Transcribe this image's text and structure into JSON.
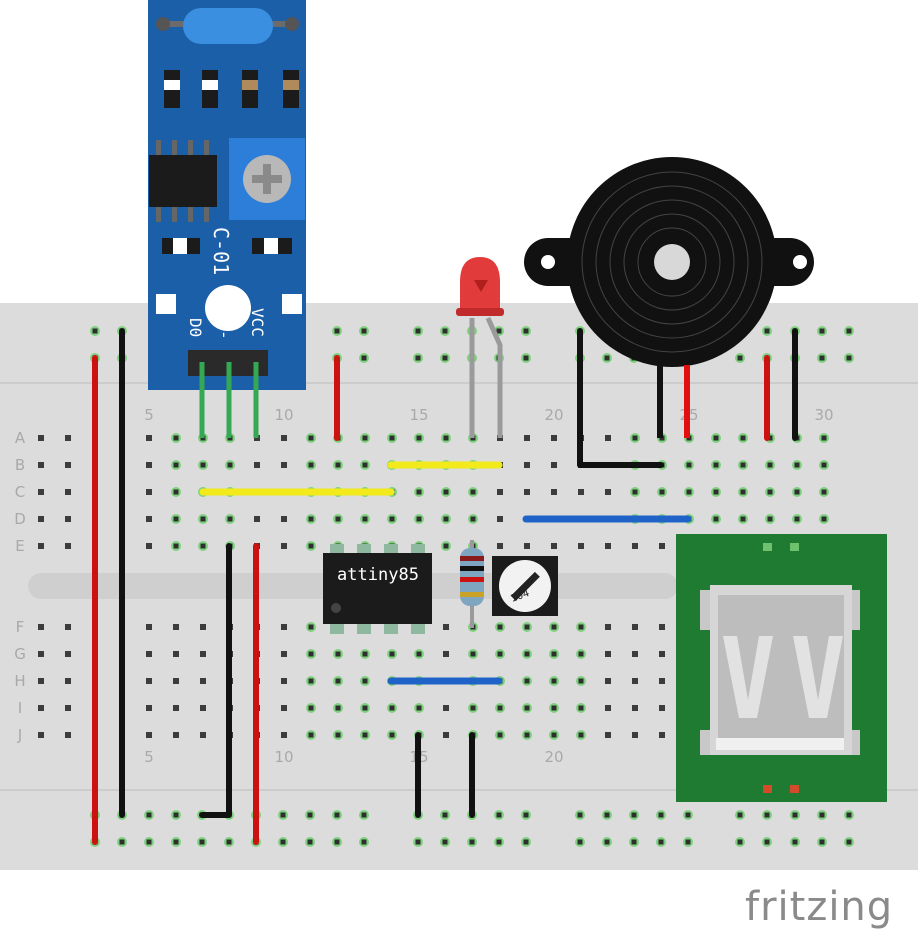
{
  "breadboard": {
    "row_letters_top": [
      "A",
      "B",
      "C",
      "D",
      "E"
    ],
    "row_letters_bottom": [
      "F",
      "G",
      "H",
      "I",
      "J"
    ],
    "column_numbers_top": [
      "5",
      "10",
      "15",
      "20",
      "25",
      "30"
    ],
    "column_numbers_bottom": [
      "5",
      "10",
      "15",
      "20"
    ]
  },
  "sensor_module": {
    "board_label": "C-01",
    "pin_labels": [
      "D0",
      "-",
      "VCC"
    ]
  },
  "ic": {
    "label": "attiny85"
  },
  "trimmer": {
    "label": "104"
  },
  "branding": {
    "text": "fritzing"
  },
  "colors": {
    "wire_red": "#cc1111",
    "wire_black": "#111111",
    "wire_yellow": "#f2ea1a",
    "wire_blue": "#1f63c9",
    "sensor_board": "#1a5fa8",
    "usb_board": "#1f7a32",
    "breadboard": "#dcdcdc"
  }
}
